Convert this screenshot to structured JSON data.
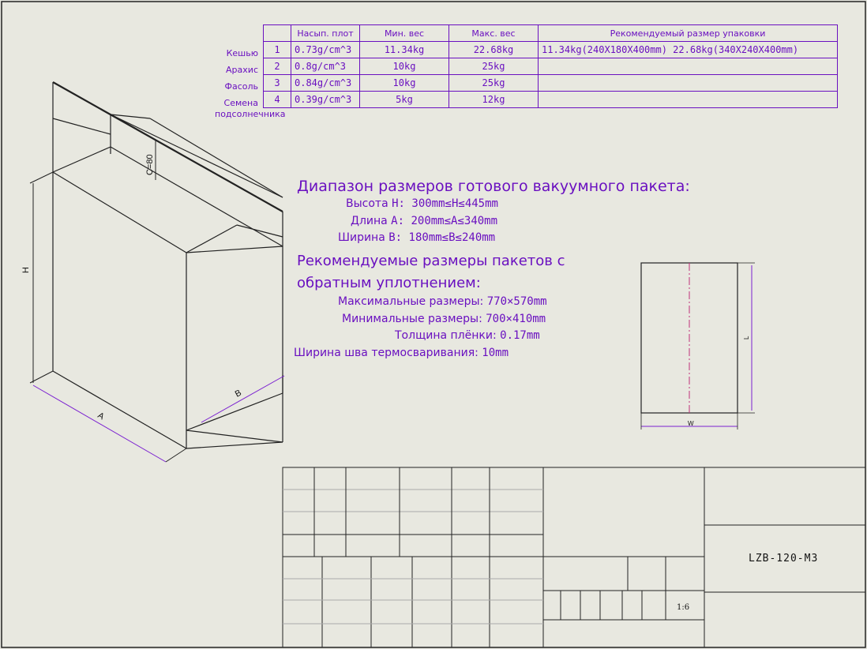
{
  "table": {
    "headers": [
      "",
      "Насып. плот",
      "Мин. вес",
      "Макс. вес",
      "Рекомендуемый размер упаковки"
    ],
    "rows": [
      {
        "name": "Кешью",
        "num": "1",
        "density": "0.73g/cm^3",
        "min": "11.34kg",
        "max": "22.68kg",
        "rec": "11.34kg(240X180X400mm) 22.68kg(340X240X400mm)"
      },
      {
        "name": "Арахис",
        "num": "2",
        "density": "0.8g/cm^3",
        "min": "10kg",
        "max": "25kg",
        "rec": ""
      },
      {
        "name": "Фасоль",
        "num": "3",
        "density": "0.84g/cm^3",
        "min": "10kg",
        "max": "25kg",
        "rec": ""
      },
      {
        "name": "Семена",
        "num": "4",
        "density": "0.39g/cm^3",
        "min": "5kg",
        "max": "12kg",
        "rec": ""
      }
    ],
    "extra_label": "подсолнечника"
  },
  "range": {
    "title": "Диапазон размеров готового вакуумного пакета:",
    "height_label": "Высота",
    "height_value": "H: 300mm≤H≤445mm",
    "length_label": "Длина",
    "length_value": "A: 200mm≤A≤340mm",
    "width_label": "Ширина",
    "width_value": "B: 180mm≤B≤240mm"
  },
  "recommended": {
    "title_line1": "Рекомендуемые размеры пакетов с",
    "title_line2": "обратным уплотнением:",
    "max_label": "Максимальные размеры:",
    "max_value": "770×570mm",
    "min_label": "Минимальные размеры:",
    "min_value": "700×410mm",
    "film_label": "Толщина плёнки:",
    "film_value": "0.17mm",
    "seam_label": "Ширина шва термосваривания:",
    "seam_value": "10mm"
  },
  "dimensions": {
    "h": "H",
    "a": "A",
    "b": "B",
    "c": "C=80",
    "l": "L",
    "w": "W"
  },
  "title_block": {
    "drawing_no": "LZB-120-M3",
    "scale": "1:6"
  },
  "colors": {
    "accent": "#6a10c0",
    "background": "#e8e8e0",
    "line": "#111111",
    "centerline": "#c0307a"
  }
}
